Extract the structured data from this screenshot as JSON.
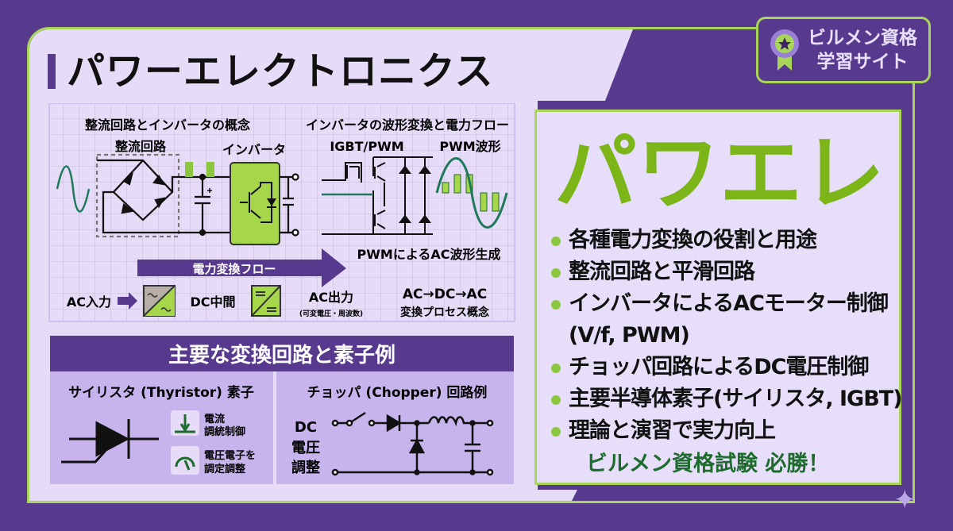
{
  "title": "パワーエレクトロニクス",
  "badge": {
    "line1": "ビルメン資格",
    "line2": "学習サイト",
    "icon": "award-ribbon-icon"
  },
  "diagram": {
    "title_left": "整流回路とインバータの概念",
    "title_right": "インバータの波形変換と電力フロー",
    "rectifier_label": "整流回路",
    "inverter_label": "インバータ",
    "igbt_label": "IGBT/PWM",
    "pwm_wave_label": "PWM波形",
    "pwm_caption": "PWMによるAC波形生成",
    "flow_arrow": "電力変換フロー",
    "ac_in": "AC入力",
    "dc_mid": "DC中間",
    "ac_out": "AC出力",
    "ac_out_note": "(可変電圧・周波数)",
    "process_line1": "AC→DC→AC",
    "process_line2": "変換プロセス概念"
  },
  "examples": {
    "header": "主要な変換回路と素子例",
    "thyristor_title": "サイリスタ (Thyristor) 素子",
    "icon1_line1": "電流",
    "icon1_line2": "調統制御",
    "icon2_line1": "電圧電子を",
    "icon2_line2": "調定調整",
    "chopper_title": "チョッパ (Chopper) 回路例",
    "chopper_label1": "DC",
    "chopper_label2": "電圧",
    "chopper_label3": "調整"
  },
  "panel": {
    "big": "パワエレ",
    "bullets": [
      "各種電力変換の役割と用途",
      "整流回路と平滑回路",
      "インバータによるACモーター制御",
      "(V/f, PWM)",
      "チョッパ回路によるDC電圧制御",
      "主要半導体素子(サイリスタ, IGBT)",
      "理論と演習で実力向上"
    ],
    "slogan": "ビルメン資格試験 必勝！"
  },
  "colors": {
    "purple": "#573a8e",
    "green": "#7cb518",
    "lavender": "#e6dcf8",
    "dark_green": "#1e6b2e"
  }
}
